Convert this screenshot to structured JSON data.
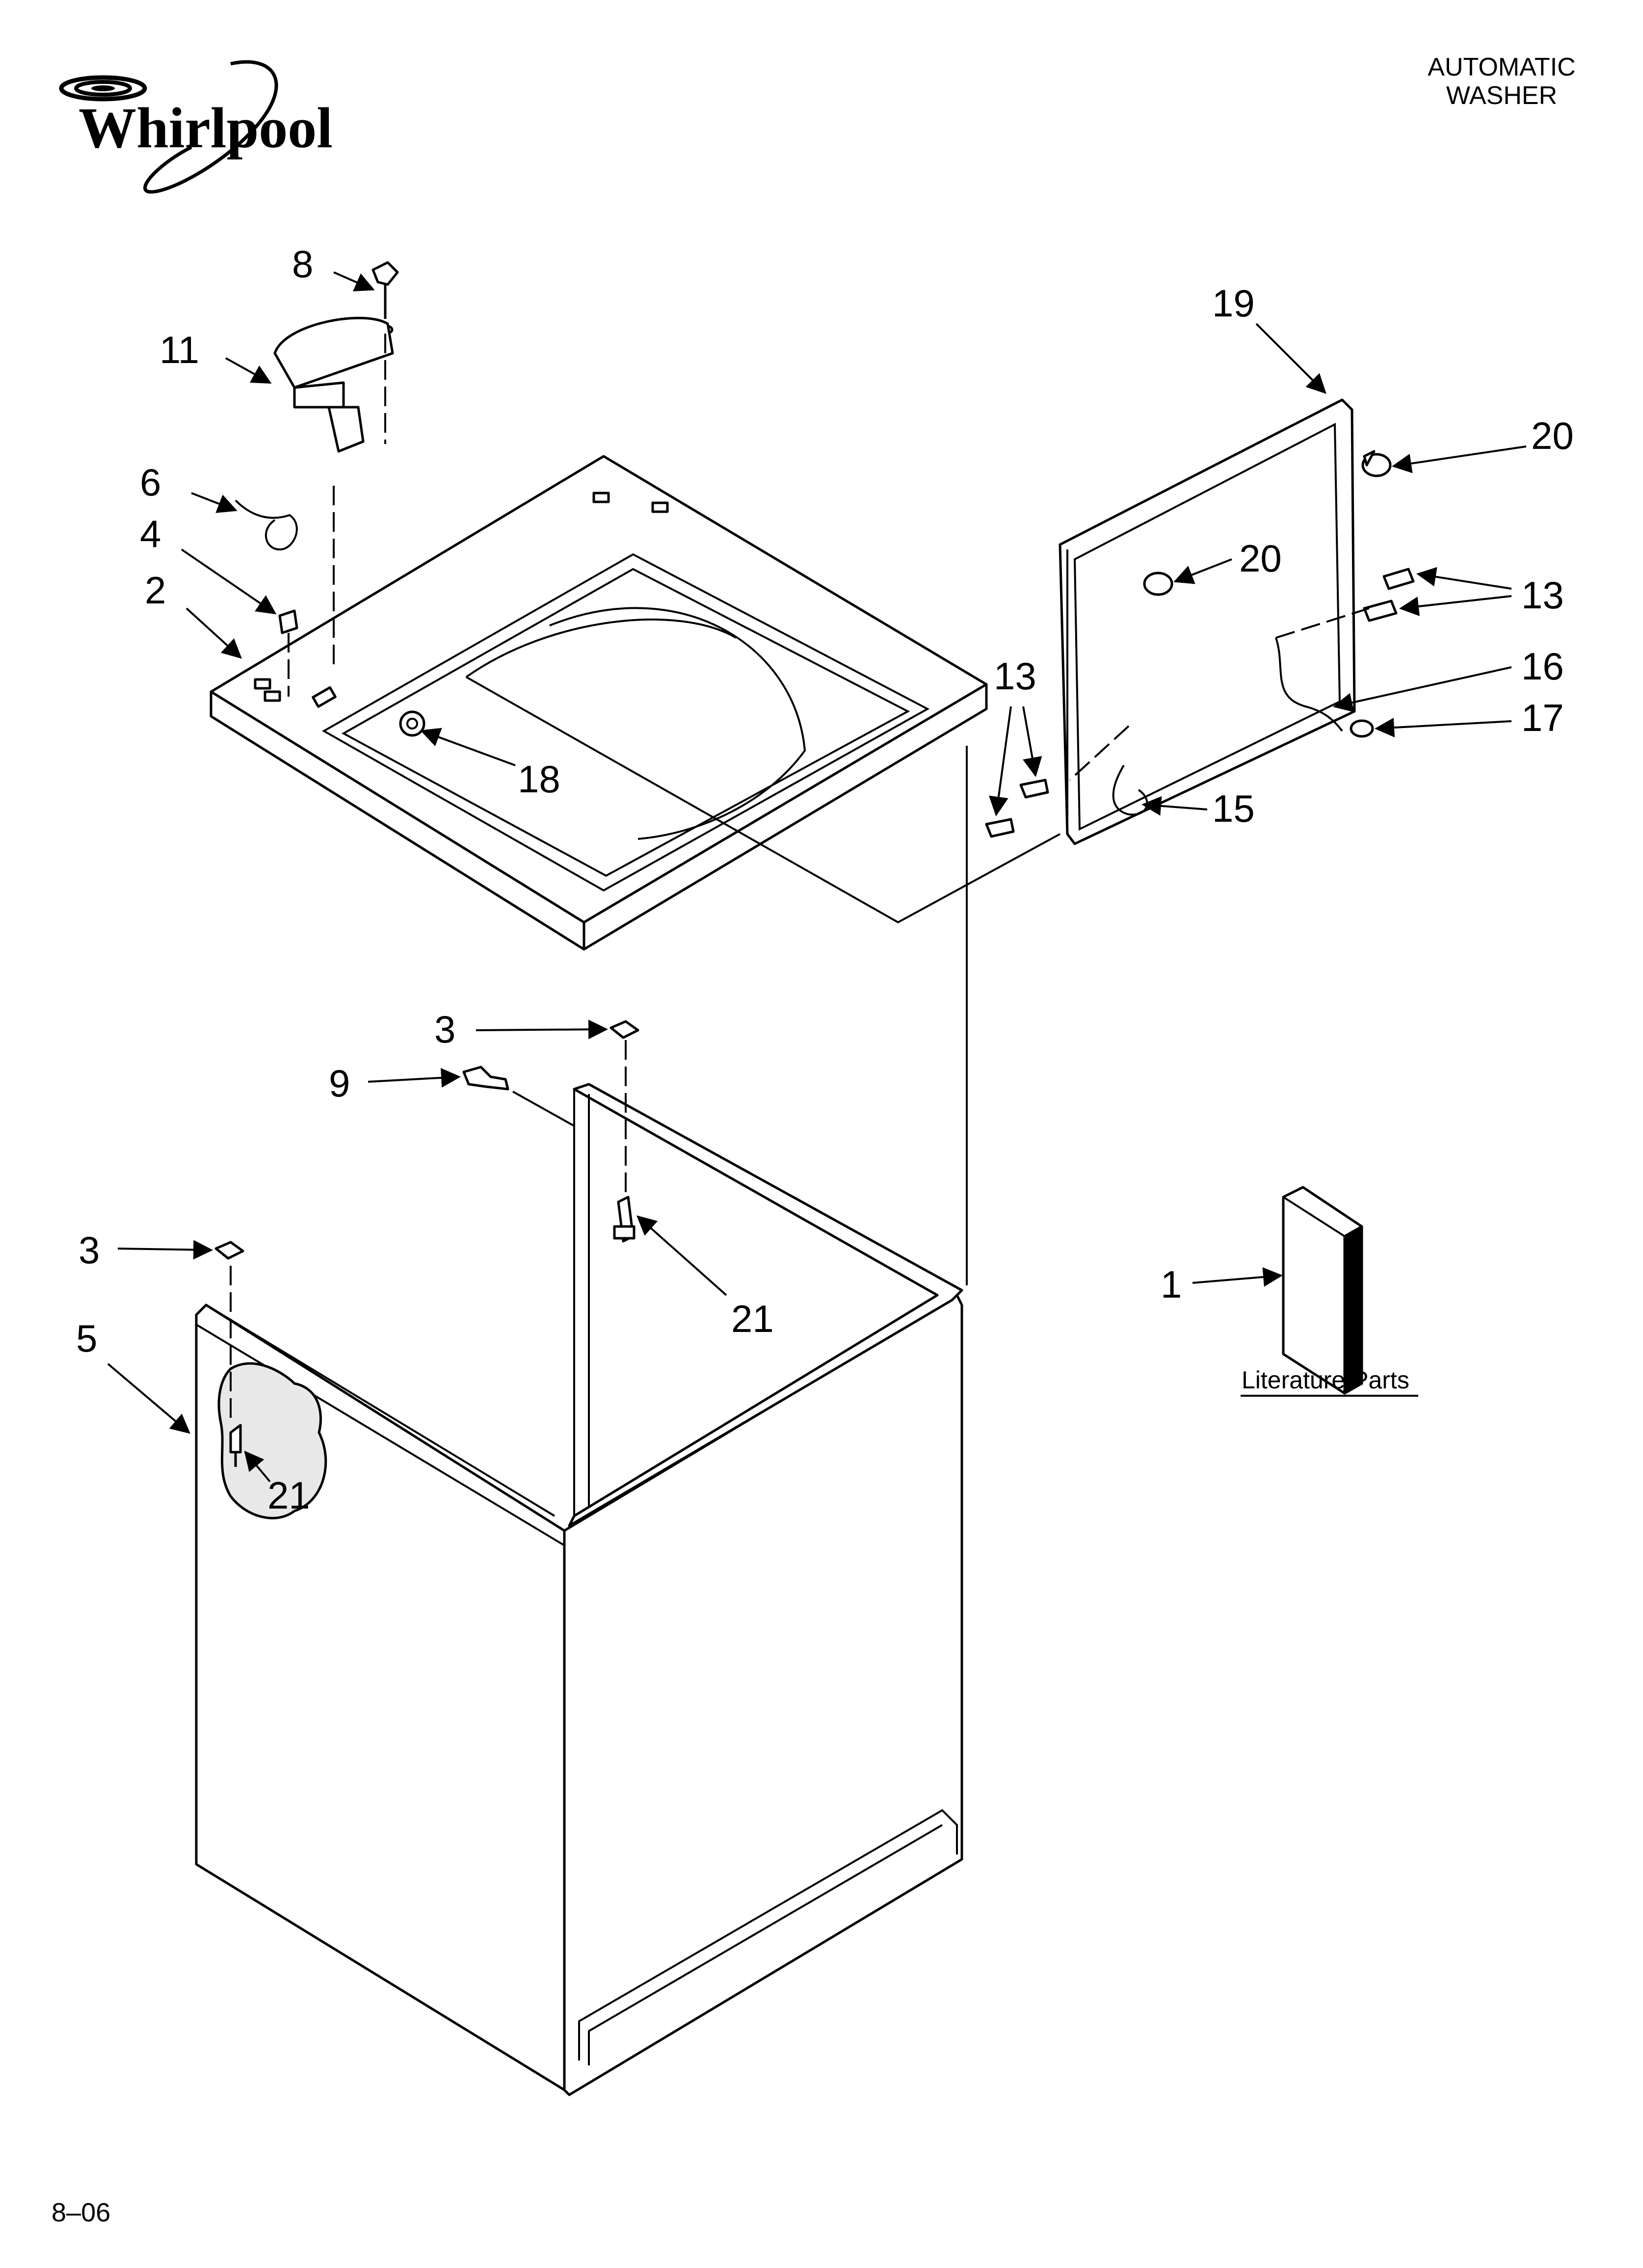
{
  "brand": {
    "logo_text": "Whirlpool",
    "icon": "whirlpool-swirl-logo"
  },
  "header": {
    "title_line1": "AUTOMATIC",
    "title_line2": "WASHER"
  },
  "callouts": {
    "c1": "1",
    "c2": "2",
    "c3a": "3",
    "c3b": "3",
    "c4": "4",
    "c5": "5",
    "c6": "6",
    "c8": "8",
    "c9": "9",
    "c11": "11",
    "c13a": "13",
    "c13b": "13",
    "c15": "15",
    "c16": "16",
    "c17": "17",
    "c18": "18",
    "c19": "19",
    "c20a": "20",
    "c20b": "20",
    "c21a": "21",
    "c21b": "21"
  },
  "literature": {
    "label": "Literature Parts"
  },
  "footer": {
    "page_code": "8–06"
  }
}
